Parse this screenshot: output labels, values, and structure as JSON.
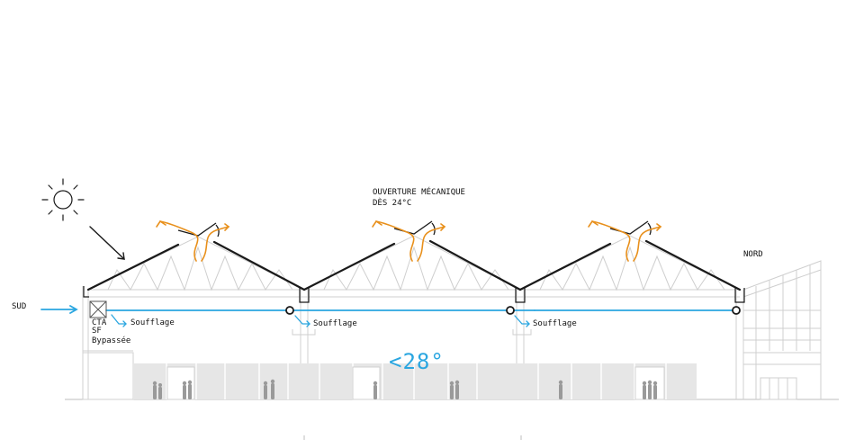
{
  "labels": {
    "sud": "SUD",
    "nord": "NORD",
    "opening_line1": "OUVERTURE MÉCANIQUE",
    "opening_line2": "DÈS 24°C",
    "cta_line1": "CTA",
    "cta_line2": "SF",
    "cta_line3": "Bypassée",
    "soufflage_1": "Soufflage",
    "soufflage_2": "Soufflage",
    "soufflage_3": "Soufflage",
    "temperature": "<28°"
  },
  "colors": {
    "air_supply": "#2aa6e0",
    "hot_air_exhaust": "#e8901c",
    "structure": "#1a1a1a",
    "structure_light": "#c8c8c8",
    "ground_floor_fill": "#e6e6e6"
  },
  "icons": {
    "sun": "sun-icon",
    "air_handling_unit": "cta-box-icon"
  }
}
